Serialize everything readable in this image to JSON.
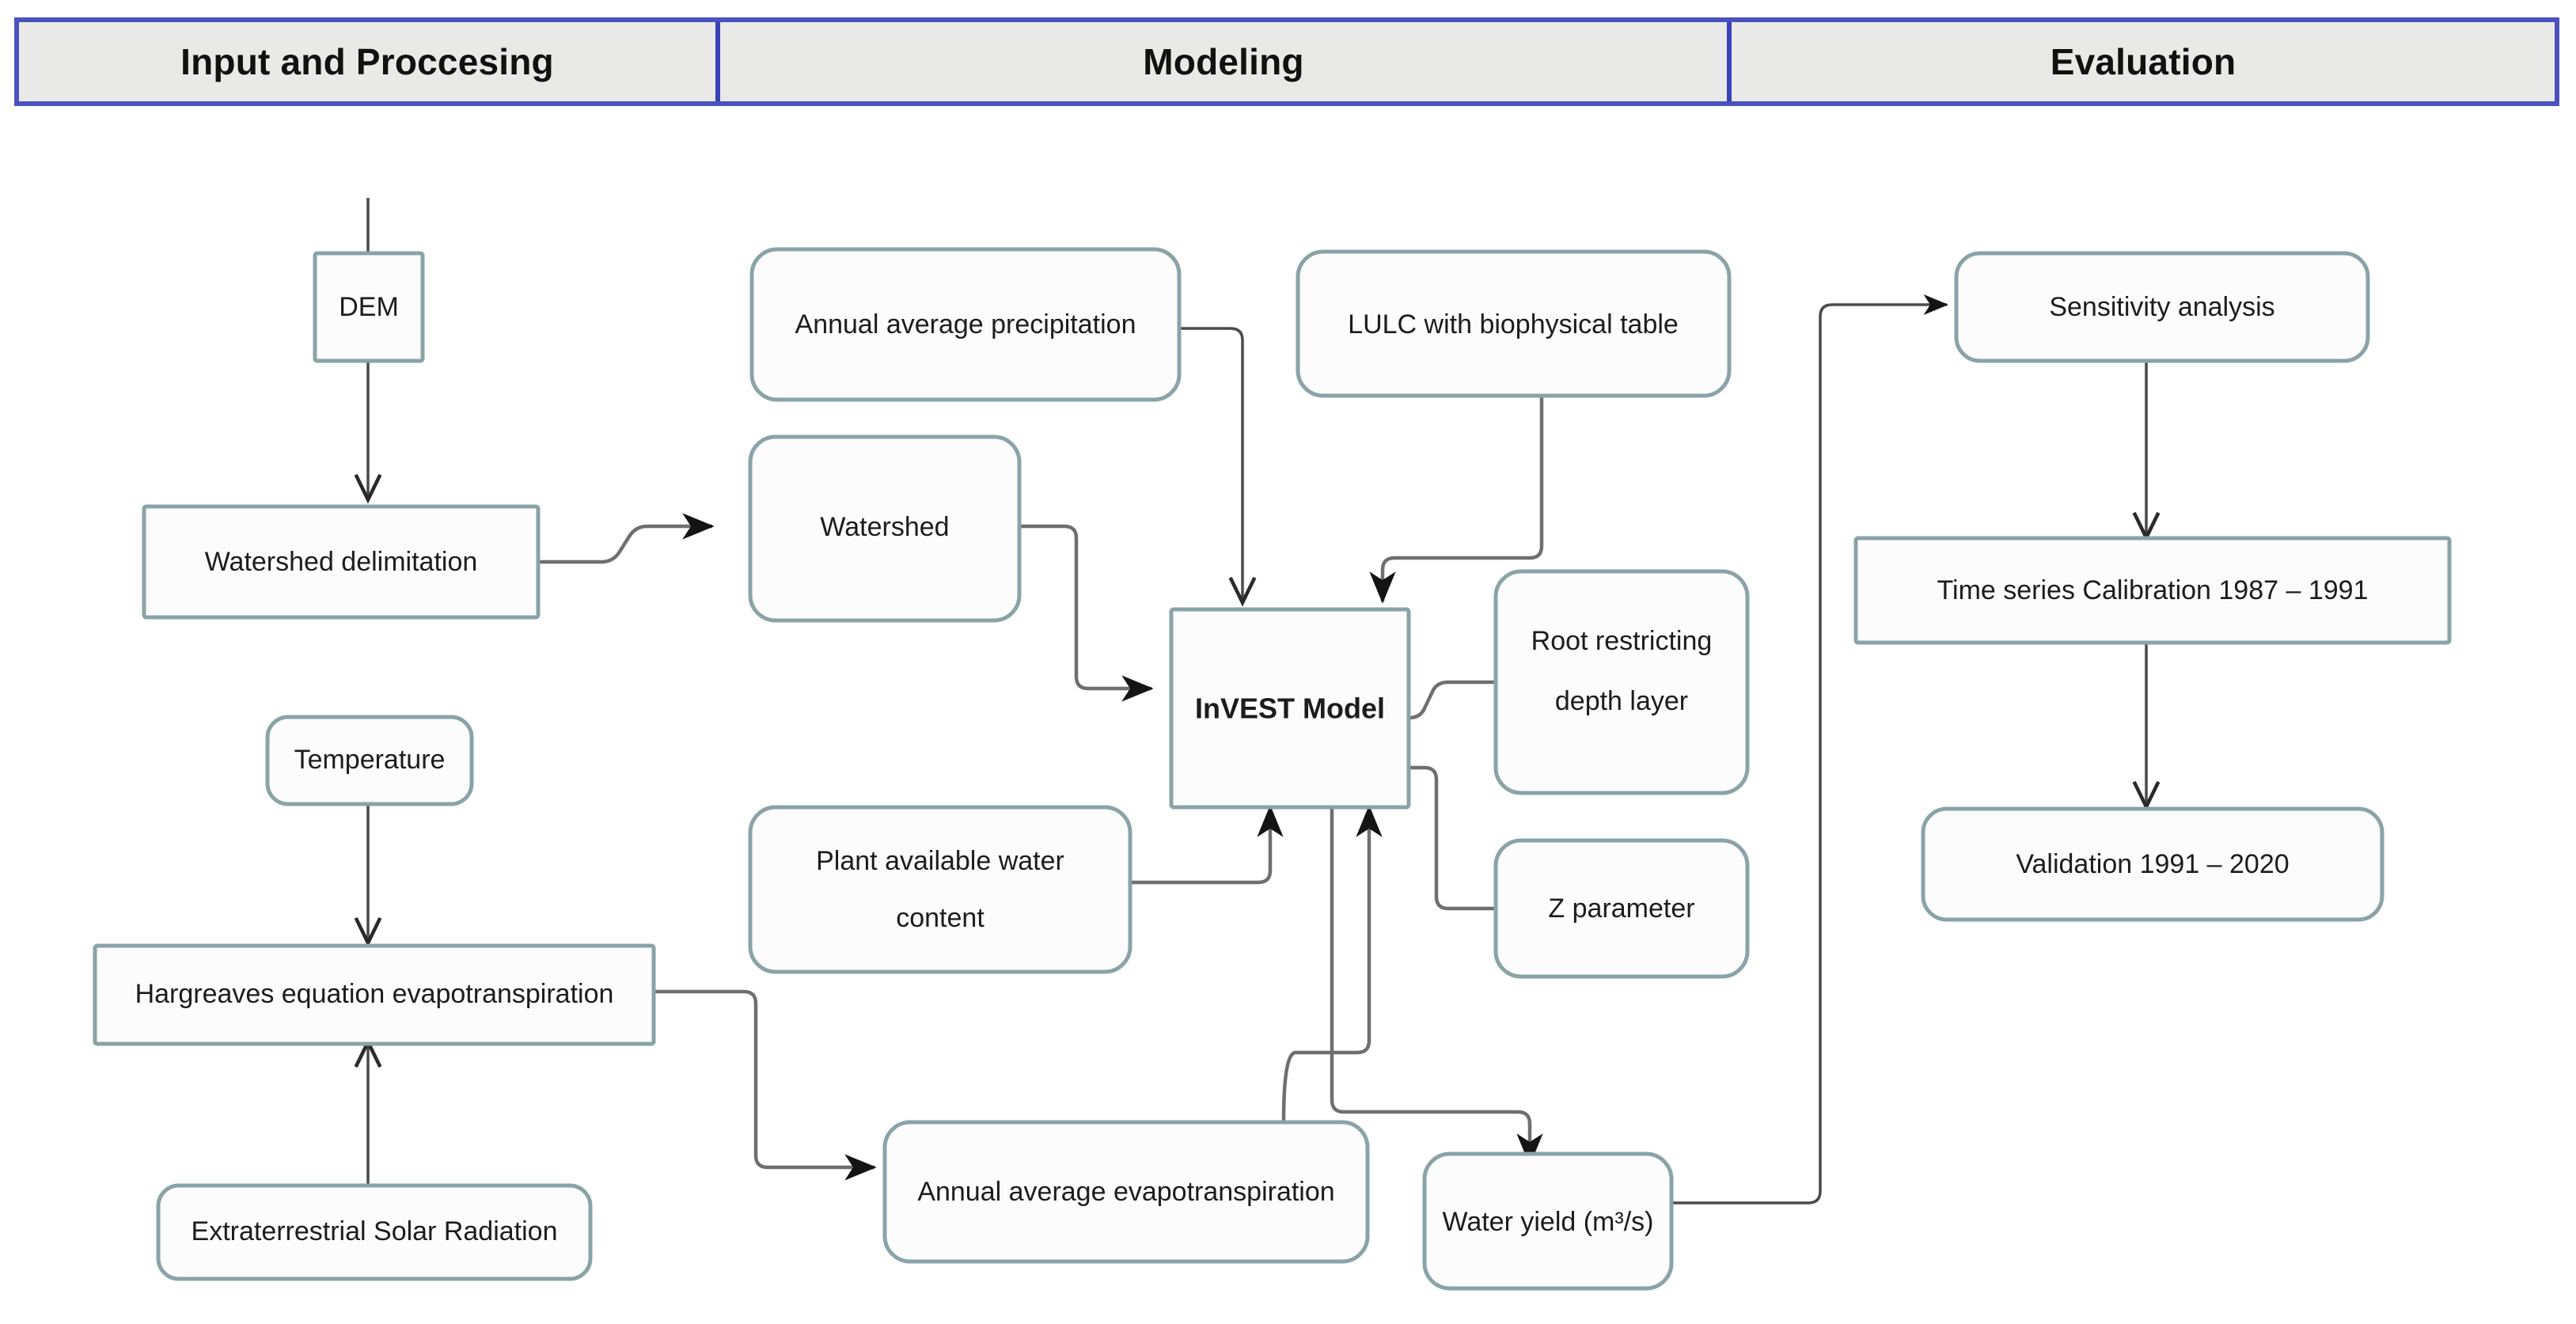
{
  "diagram": {
    "title": "InVEST water yield modeling workflow",
    "colors": {
      "phase_border": "#4b52bd",
      "phase_fill": "#e9e9e7",
      "node_border": "#8aa3a6",
      "node_fill": "#fcfcfc",
      "edge": "#6f6f6f",
      "text": "#1c1c1c"
    },
    "phases": [
      {
        "id": "phase-input",
        "label": "Input and Proccesing"
      },
      {
        "id": "phase-modeling",
        "label": "Modeling"
      },
      {
        "id": "phase-evaluation",
        "label": "Evaluation"
      }
    ],
    "nodes": [
      {
        "id": "dem",
        "label": "DEM",
        "shape": "rect",
        "phase": "input"
      },
      {
        "id": "watershed-delim",
        "label": "Watershed delimitation",
        "shape": "rect",
        "phase": "input"
      },
      {
        "id": "temperature",
        "label": "Temperature",
        "shape": "rounded",
        "phase": "input"
      },
      {
        "id": "hargreaves",
        "label": "Hargreaves equation evapotranspiration",
        "shape": "rect",
        "phase": "input"
      },
      {
        "id": "solar",
        "label": "Extraterrestrial Solar Radiation",
        "shape": "rounded",
        "phase": "input"
      },
      {
        "id": "precipitation",
        "label": "Annual average precipitation",
        "shape": "rounded",
        "phase": "modeling"
      },
      {
        "id": "watershed",
        "label": "Watershed",
        "shape": "rounded",
        "phase": "modeling"
      },
      {
        "id": "lulc",
        "label": "LULC with biophysical table",
        "shape": "rounded",
        "phase": "modeling"
      },
      {
        "id": "invest",
        "label": "InVEST Model",
        "shape": "rect",
        "phase": "modeling",
        "bold": true
      },
      {
        "id": "root-depth",
        "label_line1": "Root restricting",
        "label_line2": "depth layer",
        "shape": "rounded",
        "phase": "modeling"
      },
      {
        "id": "pawc",
        "label_line1": "Plant available water",
        "label_line2": "content",
        "shape": "rounded",
        "phase": "modeling"
      },
      {
        "id": "z-parameter",
        "label": "Z parameter",
        "shape": "rounded",
        "phase": "modeling"
      },
      {
        "id": "aet",
        "label": "Annual average evapotranspiration",
        "shape": "rounded",
        "phase": "modeling"
      },
      {
        "id": "water-yield",
        "label": "Water yield (m³/s)",
        "shape": "rounded",
        "phase": "modeling"
      },
      {
        "id": "sensitivity",
        "label": "Sensitivity analysis",
        "shape": "rounded",
        "phase": "evaluation"
      },
      {
        "id": "calibration",
        "label": "Time series Calibration  1987 – 1991",
        "shape": "rect",
        "phase": "evaluation"
      },
      {
        "id": "validation",
        "label": "Validation  1991 – 2020",
        "shape": "rounded",
        "phase": "evaluation"
      }
    ],
    "edges": [
      {
        "from": "dem",
        "to": "watershed-delim"
      },
      {
        "from": "watershed-delim",
        "to": "watershed"
      },
      {
        "from": "watershed",
        "to": "invest"
      },
      {
        "from": "precipitation",
        "to": "invest"
      },
      {
        "from": "lulc",
        "to": "invest"
      },
      {
        "from": "root-depth",
        "to": "invest"
      },
      {
        "from": "z-parameter",
        "to": "invest"
      },
      {
        "from": "pawc",
        "to": "invest"
      },
      {
        "from": "aet",
        "to": "invest"
      },
      {
        "from": "temperature",
        "to": "hargreaves"
      },
      {
        "from": "solar",
        "to": "hargreaves"
      },
      {
        "from": "hargreaves",
        "to": "aet"
      },
      {
        "from": "invest",
        "to": "water-yield"
      },
      {
        "from": "water-yield",
        "to": "sensitivity"
      },
      {
        "from": "sensitivity",
        "to": "calibration"
      },
      {
        "from": "calibration",
        "to": "validation"
      }
    ]
  }
}
